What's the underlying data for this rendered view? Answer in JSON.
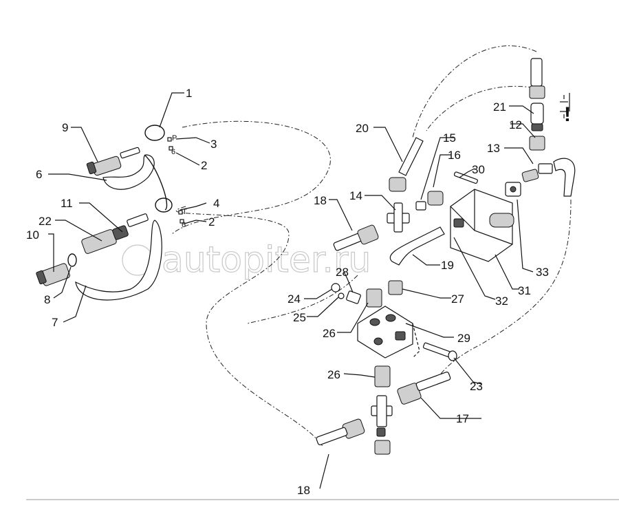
{
  "watermark": {
    "text": "autopiter.ru"
  },
  "symbols": {
    "P": "P",
    "T": "T",
    "warning": "!"
  },
  "callouts": [
    {
      "id": "c1",
      "label": "1"
    },
    {
      "id": "c2a",
      "label": "2"
    },
    {
      "id": "c2b",
      "label": "2"
    },
    {
      "id": "c3",
      "label": "3"
    },
    {
      "id": "c4",
      "label": "4"
    },
    {
      "id": "c6a",
      "label": "6"
    },
    {
      "id": "c7",
      "label": "7"
    },
    {
      "id": "c8",
      "label": "8"
    },
    {
      "id": "c9",
      "label": "9"
    },
    {
      "id": "c10",
      "label": "10"
    },
    {
      "id": "c11",
      "label": "11"
    },
    {
      "id": "c12",
      "label": "12"
    },
    {
      "id": "c13",
      "label": "13"
    },
    {
      "id": "c14",
      "label": "14"
    },
    {
      "id": "c15",
      "label": "15"
    },
    {
      "id": "c16",
      "label": "16"
    },
    {
      "id": "c17",
      "label": "17"
    },
    {
      "id": "c18a",
      "label": "18"
    },
    {
      "id": "c18b",
      "label": "18"
    },
    {
      "id": "c19",
      "label": "19"
    },
    {
      "id": "c20",
      "label": "20"
    },
    {
      "id": "c21",
      "label": "21"
    },
    {
      "id": "c22",
      "label": "22"
    },
    {
      "id": "c23",
      "label": "23"
    },
    {
      "id": "c24",
      "label": "24"
    },
    {
      "id": "c25",
      "label": "25"
    },
    {
      "id": "c26a",
      "label": "26"
    },
    {
      "id": "c26b",
      "label": "26"
    },
    {
      "id": "c27",
      "label": "27"
    },
    {
      "id": "c28",
      "label": "28"
    },
    {
      "id": "c29",
      "label": "29"
    },
    {
      "id": "c30",
      "label": "30"
    },
    {
      "id": "c31",
      "label": "31"
    },
    {
      "id": "c32",
      "label": "32"
    },
    {
      "id": "c33",
      "label": "33"
    }
  ],
  "small_labels": [
    {
      "id": "s6a",
      "label": "6"
    },
    {
      "id": "s6b",
      "label": "6"
    }
  ]
}
